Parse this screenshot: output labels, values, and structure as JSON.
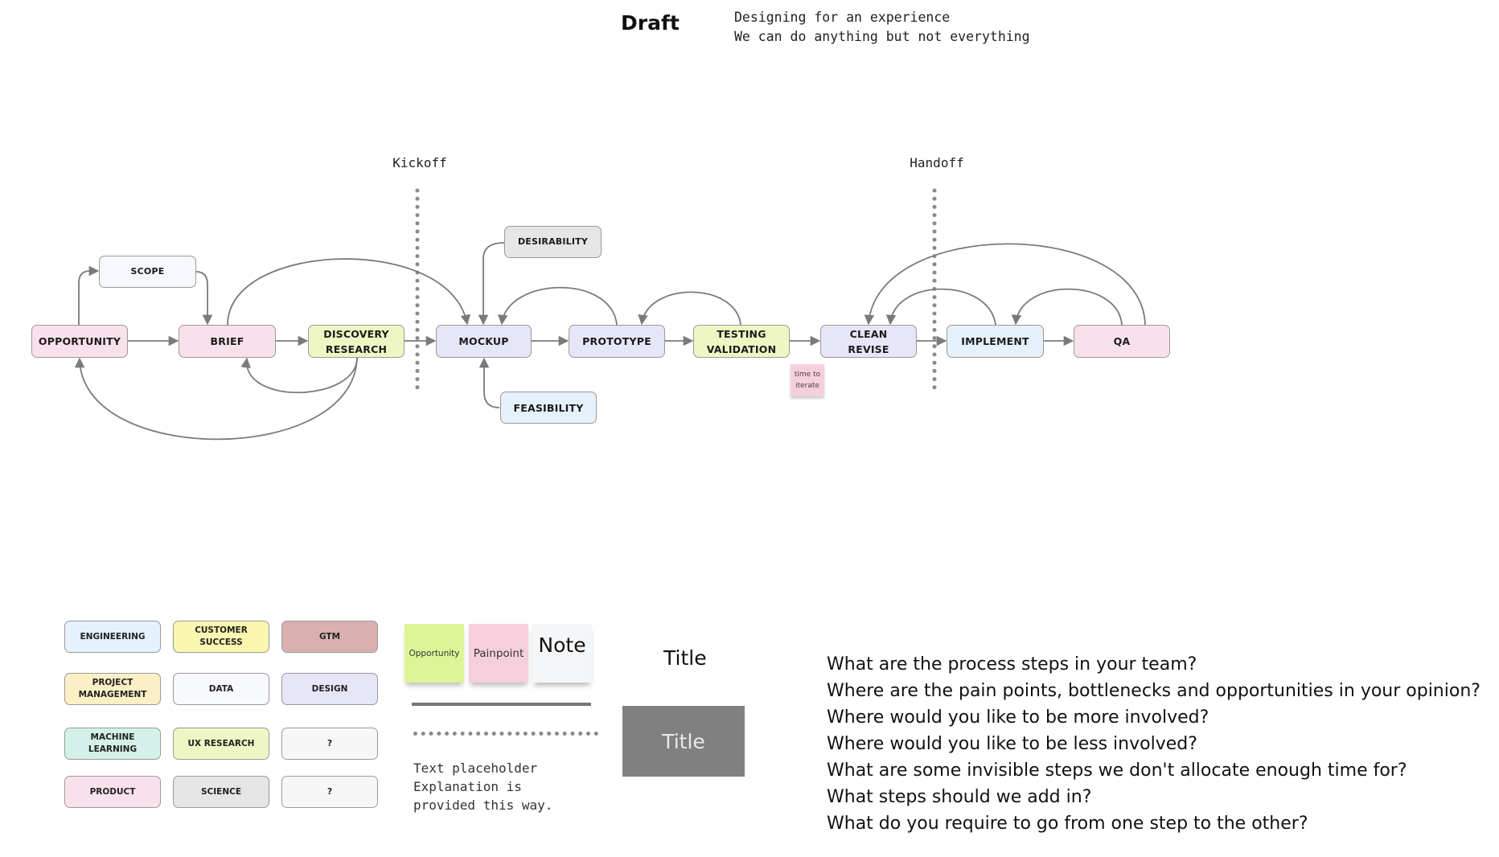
{
  "header": {
    "title": "Draft",
    "subtitle_lines": [
      "Designing for an experience",
      "We can do anything but not everything"
    ]
  },
  "phases": {
    "kickoff": "Kickoff",
    "handoff": "Handoff"
  },
  "nodes": {
    "scope": {
      "label": "SCOPE",
      "color": "#f5f8fd"
    },
    "opportunity": {
      "label": "OPPORTUNITY",
      "color": "#f9e1ec"
    },
    "brief": {
      "label": "BRIEF",
      "color": "#f9e1ec"
    },
    "discovery": {
      "label": "DISCOVERY\nRESEARCH",
      "color": "#eef7c4"
    },
    "mockup": {
      "label": "MOCKUP",
      "color": "#e6e6f8"
    },
    "desirability": {
      "label": "DESIRABILITY",
      "color": "#e6e6e6"
    },
    "feasibility": {
      "label": "FEASIBILITY",
      "color": "#e5f1fb"
    },
    "prototype": {
      "label": "PROTOTYPE",
      "color": "#e6e6f8"
    },
    "testing": {
      "label": "TESTING\nVALIDATION",
      "color": "#eef7c4"
    },
    "clean": {
      "label": "CLEAN\nREVISE",
      "color": "#e6e6f8"
    },
    "implement": {
      "label": "IMPLEMENT",
      "color": "#e5f1fb"
    },
    "qa": {
      "label": "QA",
      "color": "#f9e1ec"
    }
  },
  "sticky_mini": {
    "label": "time to\niterate",
    "color": "#f6cfdd"
  },
  "legend": [
    {
      "label": "ENGINEERING",
      "color": "#e5f1fb"
    },
    {
      "label": "CUSTOMER SUCCESS",
      "color": "#fbf6b0"
    },
    {
      "label": "GTM",
      "color": "#d9b0b0"
    },
    {
      "label": "PROJECT\nMANAGEMENT",
      "color": "#fcefc6"
    },
    {
      "label": "DATA",
      "color": "#f7f9fd"
    },
    {
      "label": "DESIGN",
      "color": "#e6e6f8"
    },
    {
      "label": "MACHINE\nLEARNING",
      "color": "#d3f1e8"
    },
    {
      "label": "UX RESEARCH",
      "color": "#eef7c4"
    },
    {
      "label": "?",
      "color": "#f7f7f7"
    },
    {
      "label": "PRODUCT",
      "color": "#f9e1ec"
    },
    {
      "label": "SCIENCE",
      "color": "#e6e6e6"
    },
    {
      "label": "?",
      "color": "#f7f7f7"
    }
  ],
  "stickies": [
    {
      "label": "Opportunity",
      "color": "#def597"
    },
    {
      "label": "Painpoint",
      "color": "#f6cfdd"
    },
    {
      "label": "Note",
      "color": "#f5f6f8"
    }
  ],
  "placeholder_text": "Text placeholder\nExplanation is\nprovided this way.",
  "title_plain": "Title",
  "title_box": "Title",
  "questions": [
    "What are the process steps in your team?",
    "Where are the pain points, bottlenecks and opportunities in your opinion?",
    "Where would you like to be more involved?",
    "Where would you like to be less involved?",
    "What are some invisible steps we don't allocate enough time for?",
    "What steps should we add in?",
    "What do you require to go from one step to the other?"
  ],
  "colors": {
    "connector": "#7a7a7a",
    "node_border": "#9a9a9a",
    "title_box_bg": "#808080"
  }
}
